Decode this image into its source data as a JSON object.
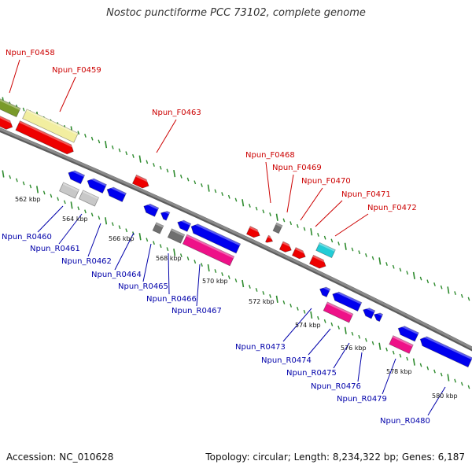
{
  "title": "Nostoc punctiforme PCC 73102, complete genome",
  "footer": {
    "accession": "Accession: NC_010628",
    "summary": "Topology: circular; Length: 8,234,322 bp; Genes: 6,187"
  },
  "colors": {
    "backbone": "#8a8a8a",
    "forward_label": "#cc0000",
    "reverse_label": "#0000aa",
    "tick_dots": "#2e8b2e"
  },
  "ticks": [
    "562 kbp",
    "564 kbp",
    "566 kbp",
    "568 kbp",
    "570 kbp",
    "572 kbp",
    "574 kbp",
    "576 kbp",
    "578 kbp",
    "580 kbp"
  ],
  "forward_genes": [
    "Npun_F0458",
    "Npun_F0459",
    "Npun_F0463",
    "Npun_F0468",
    "Npun_F0469",
    "Npun_F0470",
    "Npun_F0471",
    "Npun_F0472"
  ],
  "reverse_genes": [
    "Npun_R0460",
    "Npun_R0461",
    "Npun_R0462",
    "Npun_R0464",
    "Npun_R0465",
    "Npun_R0466",
    "Npun_R0467",
    "Npun_R0473",
    "Npun_R0474",
    "Npun_R0475",
    "Npun_R0476",
    "Npun_R0479",
    "Npun_R0480"
  ]
}
